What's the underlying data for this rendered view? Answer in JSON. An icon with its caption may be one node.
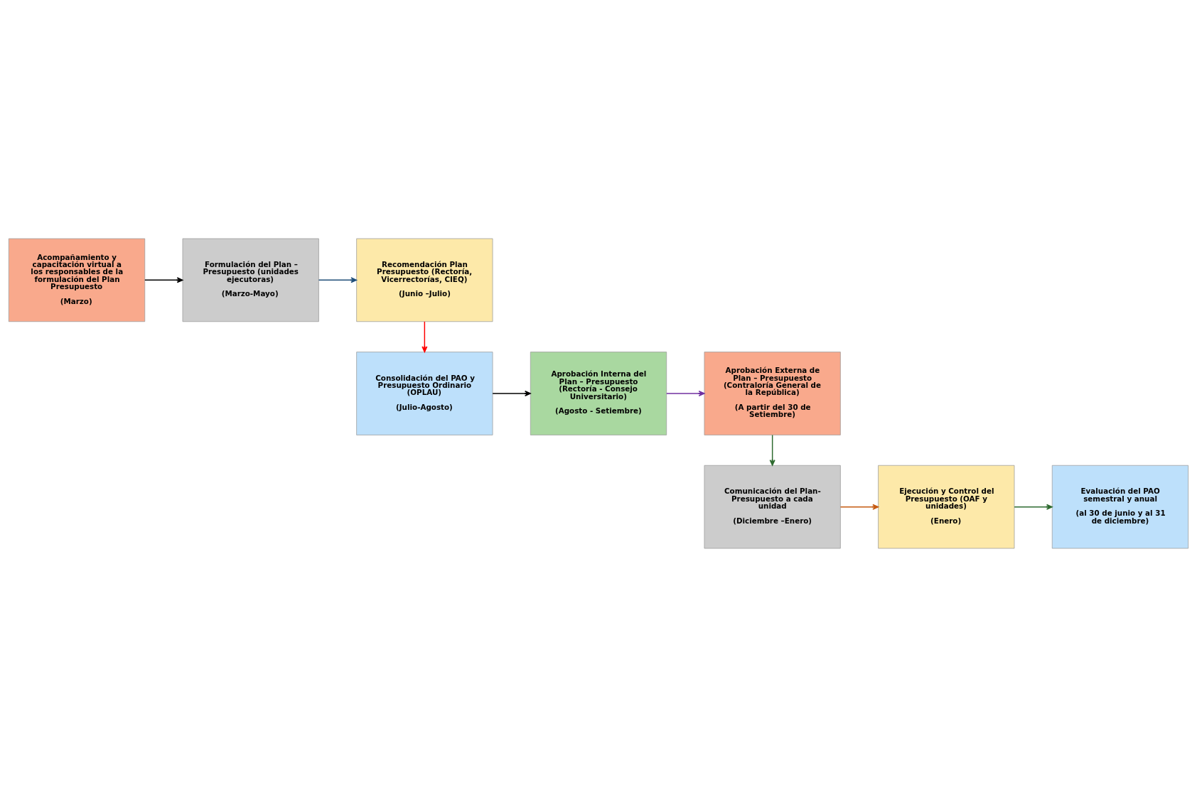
{
  "diagram": {
    "nodes": [
      {
        "text": [
          "Acompañamiento y capacitación virtual a los responsables de la formulación del Plan Presupuesto",
          "(Marzo)"
        ]
      },
      {
        "text": [
          "Formulación del Plan – Presupuesto (unidades ejecutoras)",
          "(Marzo-Mayo)"
        ]
      },
      {
        "text": [
          "Recomendación Plan Presupuesto (Rectoría, Vicerrectorías, CIEQ)",
          "(Junio –Julio)"
        ]
      },
      {
        "text": [
          "Consolidación del PAO y Presupuesto Ordinario (OPLAU)",
          "(Julio-Agosto)"
        ]
      },
      {
        "text": [
          "Aprobación Interna del Plan – Presupuesto (Rectoría - Consejo Universitario)",
          "(Agosto - Setiembre)"
        ]
      },
      {
        "text": [
          "Aprobación Externa de Plan – Presupuesto (Contraloría General de la República)",
          "(A partir del 30 de Setiembre)"
        ]
      },
      {
        "text": [
          "Comunicación del Plan- Presupuesto a cada unidad",
          "(Diciembre –Enero)"
        ]
      },
      {
        "text": [
          "Ejecución y Control del Presupuesto (OAF y unidades)",
          "(Enero)"
        ]
      },
      {
        "text": [
          "Evaluación del PAO semestral y anual",
          "(al 30 de junio y al 31 de diciembre)"
        ]
      }
    ],
    "edges": [
      {
        "from": 0,
        "to": 1,
        "arrow": "to",
        "color": "#000000"
      },
      {
        "from": 1,
        "to": 2,
        "arrow": "to",
        "color": "#1f4e79"
      },
      {
        "from": 2,
        "to": 3,
        "arrow": "to",
        "color": "#ff0000"
      },
      {
        "from": 3,
        "to": 4,
        "arrow": "to",
        "color": "#000000"
      },
      {
        "from": 4,
        "to": 5,
        "arrow": "to",
        "color": "#7030a0"
      },
      {
        "from": 5,
        "to": 6,
        "arrow": "to",
        "color": "#2e6b30"
      },
      {
        "from": 6,
        "to": 7,
        "arrow": "to",
        "color": "#c55a11"
      },
      {
        "from": 7,
        "to": 8,
        "arrow": "to",
        "color": "#2e6b30"
      }
    ]
  }
}
